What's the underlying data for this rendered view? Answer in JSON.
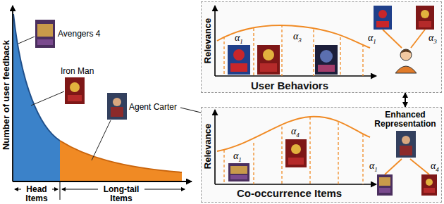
{
  "diagram": {
    "nodes": [
      {
        "text": [
          "User Behaviors"
        ]
      },
      {
        "text": [
          "Co-occurrence Items"
        ]
      }
    ],
    "edges": [
      {
        "from": 0,
        "to": 1,
        "arrow": "both"
      }
    ],
    "labels": [
      "Number of user feedback",
      "Avengers 4",
      "Iron Man",
      "Agent Carter",
      "Head Items",
      "Long-tail Items",
      "Relevance",
      "α1",
      "α3",
      "α1",
      "α3",
      "Relevance",
      "α1",
      "α4",
      "Enhanced Representation",
      "α1",
      "α4"
    ]
  }
}
